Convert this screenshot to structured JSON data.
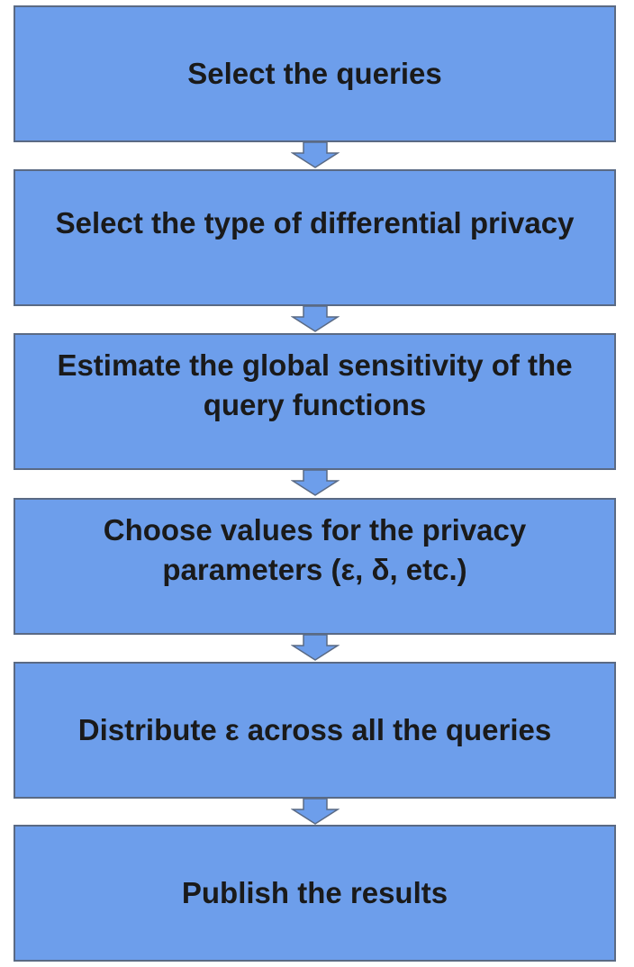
{
  "flowchart": {
    "steps": [
      {
        "label": "Select the queries"
      },
      {
        "label": "Select the type of differential privacy"
      },
      {
        "label": "Estimate the global sensitivity of the query functions"
      },
      {
        "label": "Choose values for the privacy parameters (ε, δ, etc.)"
      },
      {
        "label": "Distribute ε across all the queries"
      },
      {
        "label": "Publish the results"
      }
    ],
    "colors": {
      "box_fill": "#6d9eeb",
      "box_border": "#5a6a84",
      "arrow_fill": "#6d9eeb",
      "text": "#1a1a1a"
    }
  }
}
